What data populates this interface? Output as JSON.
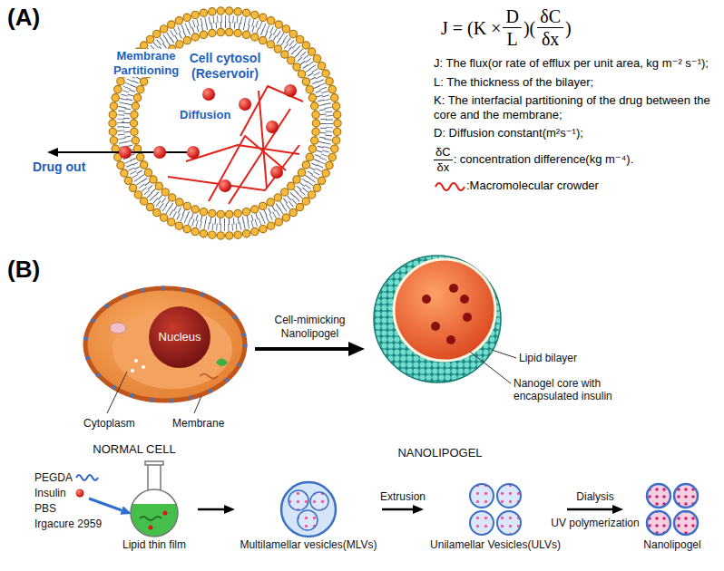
{
  "diagram": {
    "nodes": [
      {
        "text": [
          "Cell cytosol (Reservoir)"
        ]
      },
      {
        "text": [
          "NORMAL CELL"
        ]
      },
      {
        "text": [
          "Nucleus"
        ],
        "in": 1
      },
      {
        "text": [
          "NANOLIPOGEL"
        ]
      },
      {
        "text": [
          "Lipid thin film"
        ]
      },
      {
        "text": [
          "Multilamellar vesicles(MLVs)"
        ]
      },
      {
        "text": [
          "Unilamellar Vesicles(ULVs)"
        ]
      },
      {
        "text": [
          "Nanolipogel"
        ]
      }
    ],
    "edges": [
      {
        "from": 1,
        "to": 3,
        "label": "Cell-mimicking Nanolipogel",
        "arrow": "to"
      },
      {
        "from": 4,
        "to": 5,
        "arrow": "to"
      },
      {
        "from": 5,
        "to": 6,
        "label": "Extrusion",
        "arrow": "to"
      },
      {
        "from": 6,
        "to": 7,
        "label": "Dialysis",
        "arrow": "to"
      }
    ],
    "labels": [
      "(A)",
      "Membrane Partitioning",
      "Diffusion",
      "Drug out",
      "J = (K ×",
      "D",
      "L",
      ")(",
      "δC",
      "δx",
      ")",
      "J: The flux(or rate of efflux per unit area, kg m⁻² s⁻¹);",
      "L: The thickness of the bilayer;",
      "K: The interfacial partitioning of the drug between the core and the membrane;",
      "D: Diffusion constant(m²s⁻¹);",
      "δC",
      "δx",
      ": concentration difference(kg m⁻⁴).",
      "(B)",
      "Cytoplasm",
      "Membrane",
      "Lipid bilayer",
      "Nanogel core with encapsulated insulin",
      "PEGDA",
      "Insulin",
      "PBS",
      "Irgacure 2959",
      "UV polymerization"
    ],
    "legend": [
      {
        "text": ":Macromolecular crowder"
      }
    ]
  }
}
